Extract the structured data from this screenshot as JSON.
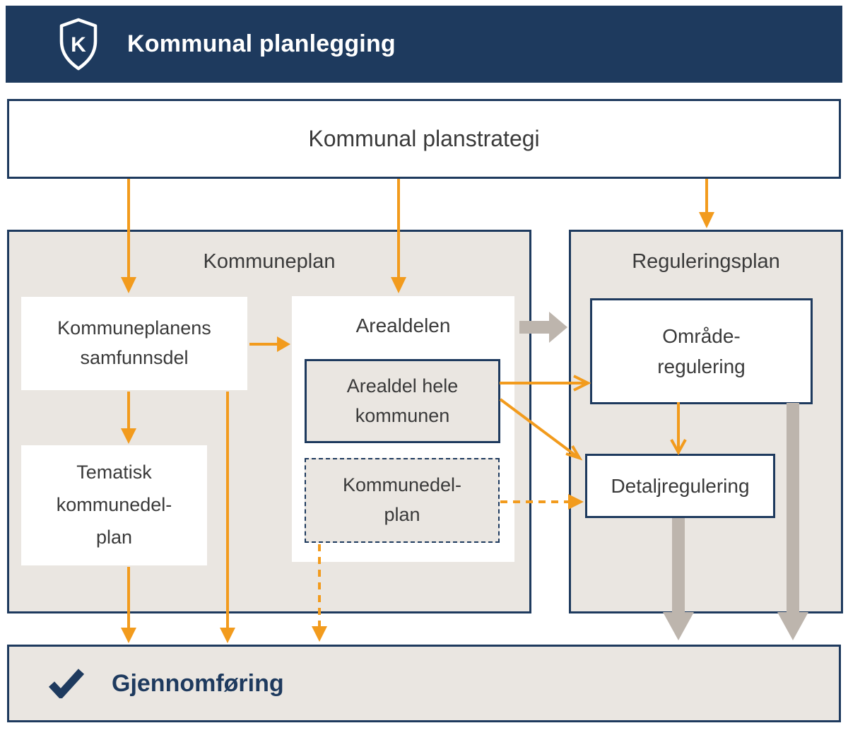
{
  "header": {
    "title": "Kommunal planlegging",
    "shield_letter": "K",
    "icon": "shield-k-icon"
  },
  "planstrategi": {
    "label": "Kommunal planstrategi"
  },
  "kommuneplan": {
    "title": "Kommuneplan",
    "samfunnsdel_label": "Kommuneplanens\nsamfunnsdel",
    "tematisk_label": "Tematisk\nkommunedel-\nplan",
    "arealdelen_label": "Arealdelen",
    "arealdel_hele_label": "Arealdel hele\nkommunen",
    "kommunedelplan_label": "Kommunedel-\nplan"
  },
  "reguleringsplan": {
    "title": "Reguleringsplan",
    "omraaderegulering_label": "Område-\nregulering",
    "detaljregulering_label": "Detaljregulering"
  },
  "gjennomforing": {
    "label": "Gjennomføring",
    "icon": "checkmark-icon"
  },
  "colors": {
    "navy": "#1E3A5E",
    "orange": "#F29B1D",
    "panel_gray": "#EAE6E1",
    "arrow_gray": "#BDB5AD",
    "text_dark": "#3A3A3A",
    "white": "#FFFFFF"
  }
}
